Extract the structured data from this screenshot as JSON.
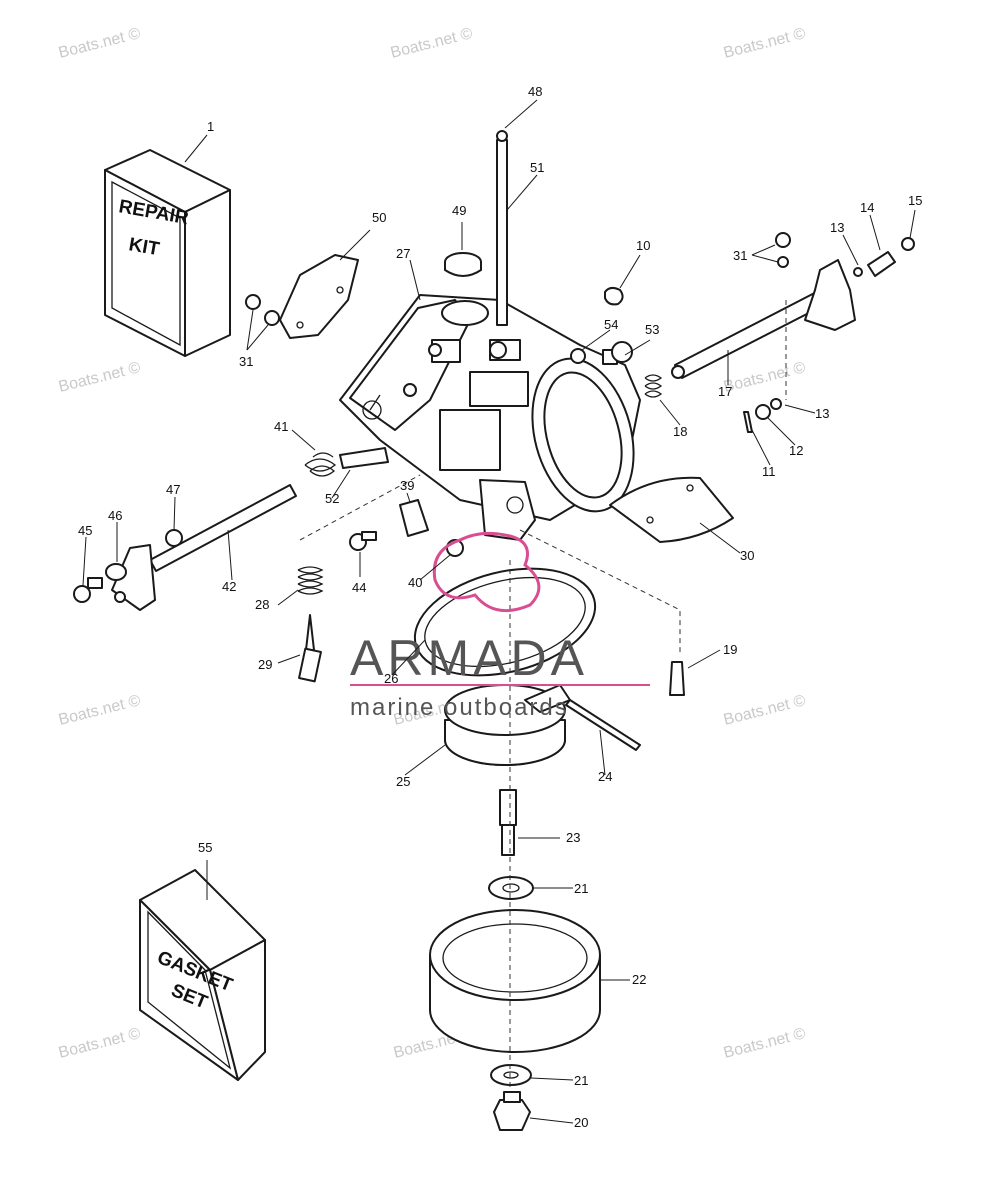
{
  "watermark_text": "Boats.net ©",
  "brand": {
    "name": "ARMADA",
    "tagline": "marine outboards",
    "accent_color": "#d94d92"
  },
  "kits": {
    "repair_kit_line1": "REPAIR",
    "repair_kit_line2": "KIT",
    "gasket_set_line1": "GASKET",
    "gasket_set_line2": "SET"
  },
  "callouts": [
    {
      "id": "c1",
      "label": "1"
    },
    {
      "id": "c10",
      "label": "10"
    },
    {
      "id": "c11",
      "label": "11"
    },
    {
      "id": "c12",
      "label": "12"
    },
    {
      "id": "c13a",
      "label": "13"
    },
    {
      "id": "c13b",
      "label": "13"
    },
    {
      "id": "c14",
      "label": "14"
    },
    {
      "id": "c15",
      "label": "15"
    },
    {
      "id": "c17",
      "label": "17"
    },
    {
      "id": "c18",
      "label": "18"
    },
    {
      "id": "c19",
      "label": "19"
    },
    {
      "id": "c20",
      "label": "20"
    },
    {
      "id": "c21a",
      "label": "21"
    },
    {
      "id": "c21b",
      "label": "21"
    },
    {
      "id": "c22",
      "label": "22"
    },
    {
      "id": "c23",
      "label": "23"
    },
    {
      "id": "c24",
      "label": "24"
    },
    {
      "id": "c25",
      "label": "25"
    },
    {
      "id": "c26",
      "label": "26"
    },
    {
      "id": "c27",
      "label": "27"
    },
    {
      "id": "c28",
      "label": "28"
    },
    {
      "id": "c29",
      "label": "29"
    },
    {
      "id": "c30",
      "label": "30"
    },
    {
      "id": "c31a",
      "label": "31"
    },
    {
      "id": "c31b",
      "label": "31"
    },
    {
      "id": "c39",
      "label": "39"
    },
    {
      "id": "c40",
      "label": "40"
    },
    {
      "id": "c41",
      "label": "41"
    },
    {
      "id": "c42",
      "label": "42"
    },
    {
      "id": "c44",
      "label": "44"
    },
    {
      "id": "c45",
      "label": "45"
    },
    {
      "id": "c46",
      "label": "46"
    },
    {
      "id": "c47",
      "label": "47"
    },
    {
      "id": "c48",
      "label": "48"
    },
    {
      "id": "c49",
      "label": "49"
    },
    {
      "id": "c50",
      "label": "50"
    },
    {
      "id": "c51",
      "label": "51"
    },
    {
      "id": "c52",
      "label": "52"
    },
    {
      "id": "c53",
      "label": "53"
    },
    {
      "id": "c54",
      "label": "54"
    },
    {
      "id": "c55",
      "label": "55"
    }
  ]
}
